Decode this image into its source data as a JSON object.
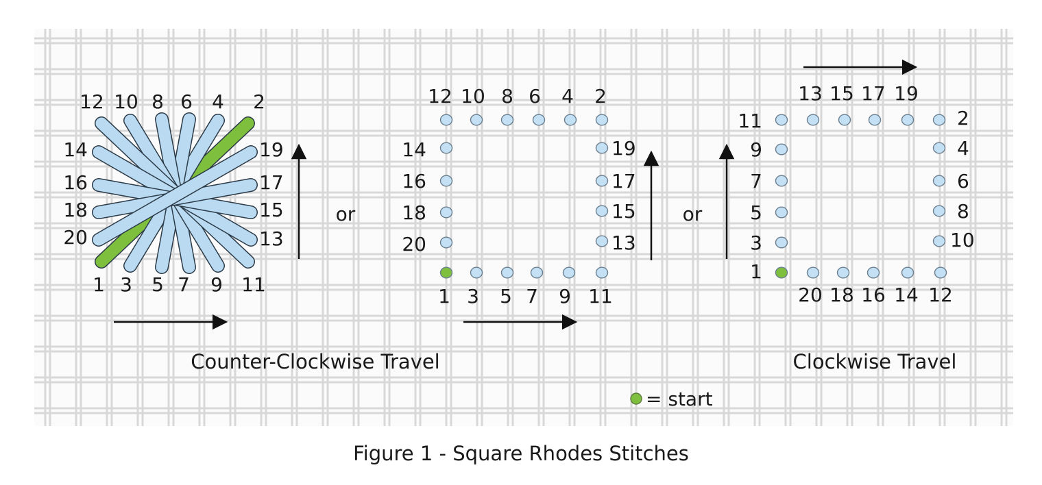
{
  "colors": {
    "thread_blue": "#b9daf1",
    "thread_green": "#7fbf3e",
    "hole_blue": "#c4e0f5",
    "start_green": "#7fbf3e",
    "canvas_thread": "#d8d8d8"
  },
  "ccw_stitch": {
    "top_labels": [
      "12",
      "10",
      "8",
      "6",
      "4",
      "2"
    ],
    "bottom_labels": [
      "1",
      "3",
      "5",
      "7",
      "9",
      "11"
    ],
    "left_labels": [
      "14",
      "16",
      "18",
      "20"
    ],
    "right_labels": [
      "19",
      "17",
      "15",
      "13"
    ]
  },
  "ccw_diagram": {
    "top_labels": [
      "12",
      "10",
      "8",
      "6",
      "4",
      "2"
    ],
    "bottom_labels": [
      "1",
      "3",
      "5",
      "7",
      "9",
      "11"
    ],
    "left_labels": [
      "14",
      "16",
      "18",
      "20"
    ],
    "right_labels": [
      "19",
      "17",
      "15",
      "13"
    ]
  },
  "cw_diagram": {
    "top_labels": [
      "13",
      "15",
      "17",
      "19"
    ],
    "bottom_labels": [
      "20",
      "18",
      "16",
      "14",
      "12"
    ],
    "left_labels": [
      "11",
      "9",
      "7",
      "5",
      "3",
      "1"
    ],
    "right_labels": [
      "2",
      "4",
      "6",
      "8",
      "10"
    ]
  },
  "or_label_1": "or",
  "or_label_2": "or",
  "caption_ccw": "Counter-Clockwise Travel",
  "caption_cw": "Clockwise Travel",
  "legend": {
    "text": "= start"
  },
  "figure_title": "Figure 1 - Square Rhodes Stitches"
}
